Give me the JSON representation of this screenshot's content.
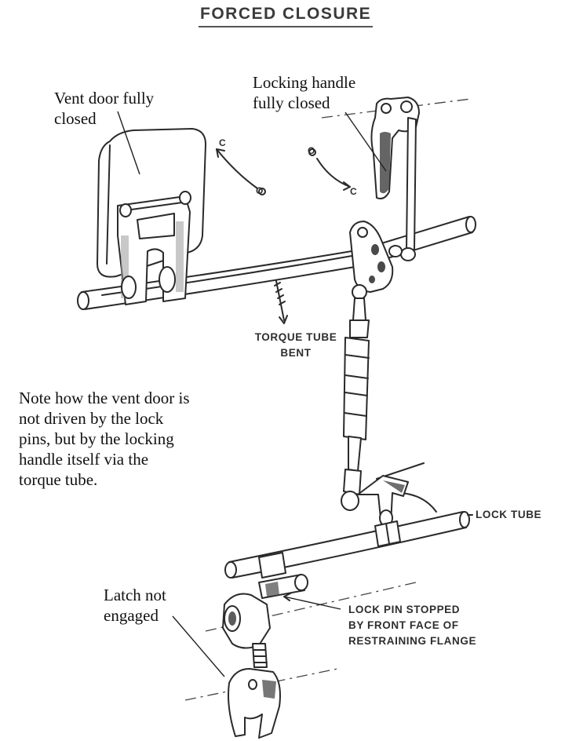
{
  "title": "FORCED CLOSURE",
  "labels": {
    "vent_door": [
      "Vent door fully",
      "closed"
    ],
    "locking_handle": [
      "Locking handle",
      "fully closed"
    ],
    "torque_tube": [
      "TORQUE TUBE",
      "BENT"
    ],
    "note": [
      "Note how the vent door is",
      "not driven by the lock",
      "pins, but by the locking",
      "handle itself via the",
      "torque tube."
    ],
    "lock_tube": "LOCK TUBE",
    "latch": [
      "Latch not",
      "engaged"
    ],
    "lock_pin": [
      "LOCK PIN STOPPED",
      "BY FRONT FACE OF",
      "RESTRAINING FLANGE"
    ],
    "rotation_marks": [
      "C",
      "O",
      "O",
      "C"
    ]
  }
}
